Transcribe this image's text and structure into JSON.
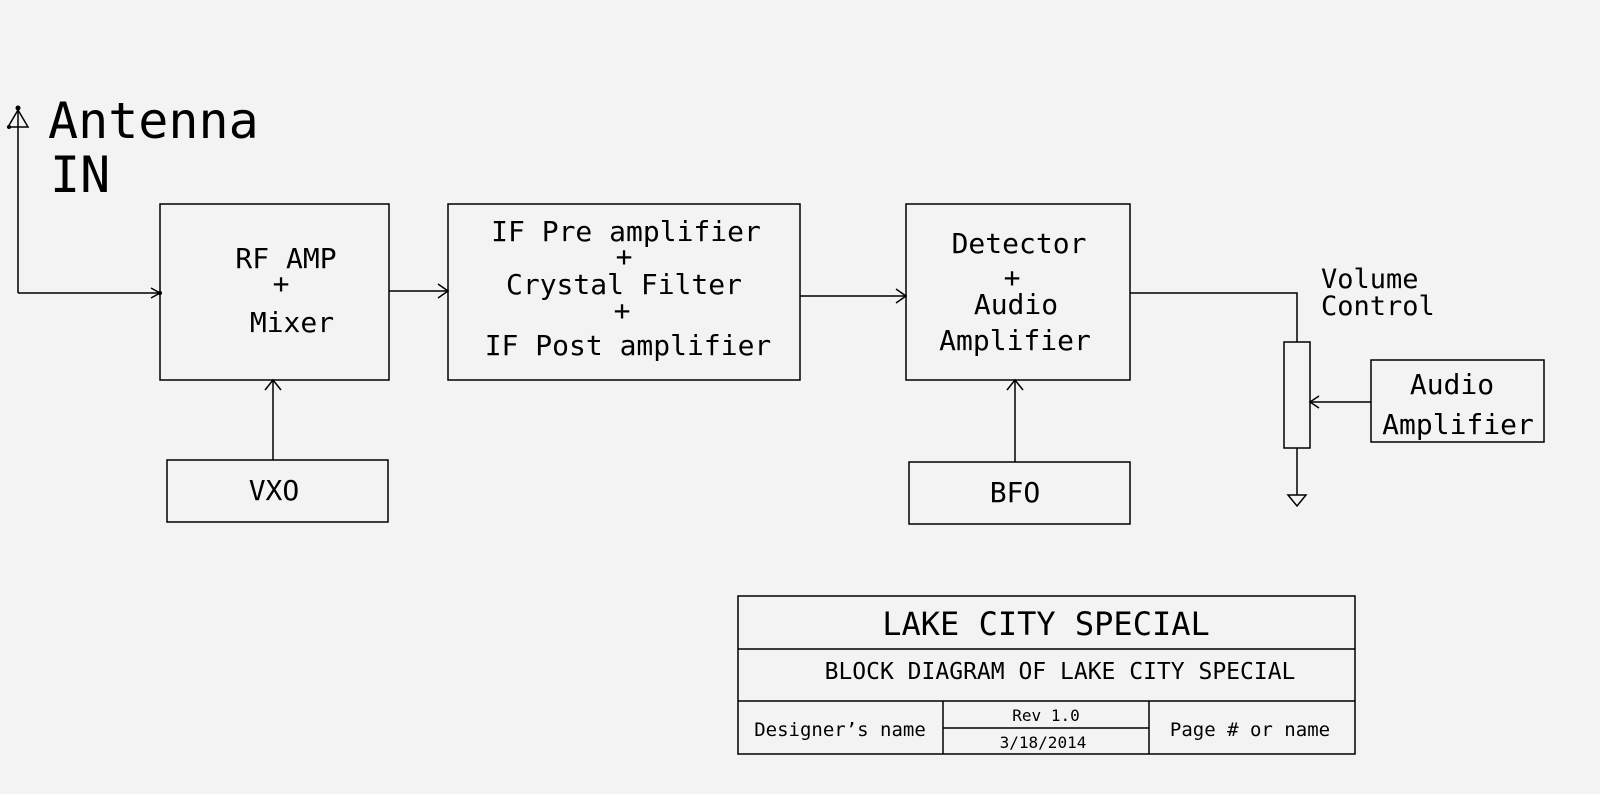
{
  "antenna": {
    "line1": "Antenna",
    "line2": "IN"
  },
  "blocks": {
    "rf": [
      "RF AMP",
      "+",
      "Mixer"
    ],
    "if": [
      "IF Pre amplifier",
      "+",
      "Crystal Filter",
      "+",
      "IF Post amplifier"
    ],
    "detector": [
      "Detector",
      "+",
      "Audio",
      "Amplifier"
    ],
    "vxo": "VXO",
    "bfo": "BFO",
    "audio_amp": [
      "Audio",
      "Amplifier"
    ]
  },
  "volume_control": [
    "Volume",
    "Control"
  ],
  "title_block": {
    "title": "LAKE CITY SPECIAL",
    "subtitle": "BLOCK DIAGRAM OF LAKE CITY SPECIAL",
    "designer": "Designer’s name",
    "rev": "Rev 1.0",
    "date": "3/18/2014",
    "page": "Page # or name"
  }
}
